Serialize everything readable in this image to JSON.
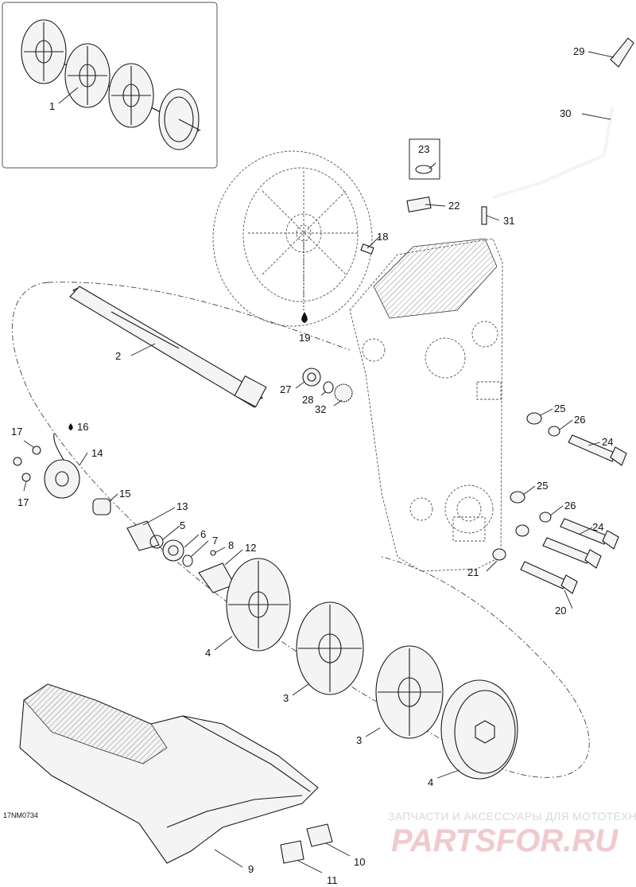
{
  "diagram": {
    "drawing_code": "17NM0734",
    "callouts": [
      {
        "id": "c1",
        "text": "1"
      },
      {
        "id": "c2",
        "text": "2"
      },
      {
        "id": "c3a",
        "text": "3"
      },
      {
        "id": "c3b",
        "text": "3"
      },
      {
        "id": "c4a",
        "text": "4"
      },
      {
        "id": "c4b",
        "text": "4"
      },
      {
        "id": "c5",
        "text": "5"
      },
      {
        "id": "c6",
        "text": "6"
      },
      {
        "id": "c7",
        "text": "7"
      },
      {
        "id": "c8",
        "text": "8"
      },
      {
        "id": "c9",
        "text": "9"
      },
      {
        "id": "c10",
        "text": "10"
      },
      {
        "id": "c11",
        "text": "11"
      },
      {
        "id": "c12",
        "text": "12"
      },
      {
        "id": "c13",
        "text": "13"
      },
      {
        "id": "c14",
        "text": "14"
      },
      {
        "id": "c15",
        "text": "15"
      },
      {
        "id": "c16",
        "text": "16"
      },
      {
        "id": "c17a",
        "text": "17"
      },
      {
        "id": "c17b",
        "text": "17"
      },
      {
        "id": "c18",
        "text": "18"
      },
      {
        "id": "c19",
        "text": "19"
      },
      {
        "id": "c20",
        "text": "20"
      },
      {
        "id": "c21",
        "text": "21"
      },
      {
        "id": "c22",
        "text": "22"
      },
      {
        "id": "c23",
        "text": "23"
      },
      {
        "id": "c24a",
        "text": "24"
      },
      {
        "id": "c24b",
        "text": "24"
      },
      {
        "id": "c25a",
        "text": "25"
      },
      {
        "id": "c25b",
        "text": "25"
      },
      {
        "id": "c26a",
        "text": "26"
      },
      {
        "id": "c26b",
        "text": "26"
      },
      {
        "id": "c27",
        "text": "27"
      },
      {
        "id": "c28",
        "text": "28"
      },
      {
        "id": "c29",
        "text": "29"
      },
      {
        "id": "c30",
        "text": "30"
      },
      {
        "id": "c31",
        "text": "31"
      },
      {
        "id": "c32",
        "text": "32"
      }
    ]
  },
  "watermark": {
    "tagline": "ЗАПЧАСТИ И АКСЕССУАРЫ ДЛЯ МОТОТЕХНИКИ",
    "brand": "PARTSFOR.RU",
    "color": "#e8a0a4"
  }
}
